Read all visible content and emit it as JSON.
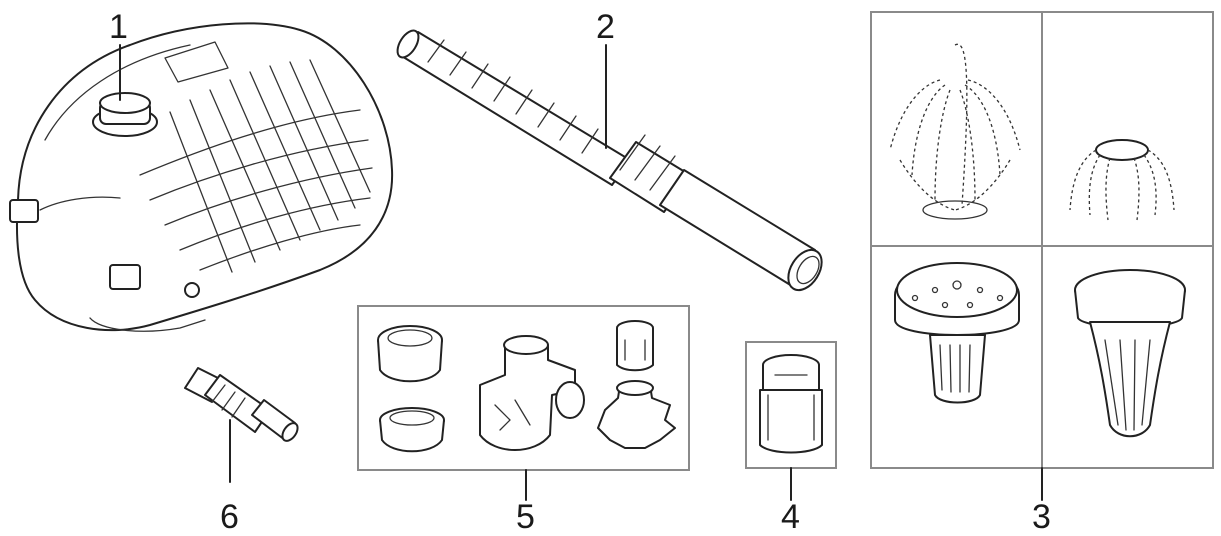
{
  "labels": {
    "p1": "1",
    "p2": "2",
    "p3": "3",
    "p4": "4",
    "p5": "5",
    "p6": "6"
  },
  "colors": {
    "line": "#222222",
    "frame": "#8a8a8a",
    "background": "#ffffff"
  }
}
